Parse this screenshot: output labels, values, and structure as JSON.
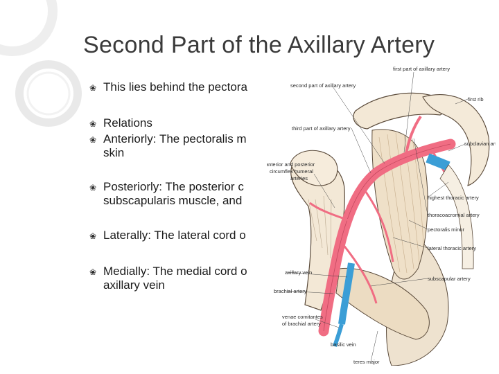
{
  "slide": {
    "title": "Second Part of the Axillary Artery",
    "bullets": [
      {
        "lines": [
          "This lies behind the pectora"
        ]
      },
      {
        "lines": [
          "Relations"
        ]
      },
      {
        "lines": [
          "Anteriorly: The pectoralis m",
          "skin"
        ]
      },
      {
        "lines": [
          "Posteriorly: The posterior c",
          "subscapularis muscle, and"
        ]
      },
      {
        "lines": [
          "Laterally: The lateral cord o"
        ]
      },
      {
        "lines": [
          "Medially: The medial cord o",
          "axillary vein"
        ]
      }
    ],
    "bullet_icon": "ornament-bullet-icon"
  },
  "figure": {
    "labels": {
      "first_part": "first part of axillary artery",
      "second_part": "second part of axillary artery",
      "first_rib": "first rib",
      "third_part": "third part of axillary artery",
      "subclavian_artery": "subclavian artery",
      "circumflex_1": "anterior and posterior",
      "circumflex_2": "circumflex humeral",
      "circumflex_3": "arteries",
      "highest_thoracic": "highest thoracic artery",
      "thoracoacromial": "thoracoacromial artery",
      "pectoralis_minor": "pectoralis minor",
      "lateral_thoracic": "lateral thoracic artery",
      "axillary_vein": "axillary vein",
      "brachial_artery": "brachial artery",
      "venae_1": "venae comitantes",
      "venae_2": "of brachial artery",
      "subscapular": "subscapular artery",
      "basilic_vein": "basilic vein",
      "teres_major": "teres major"
    },
    "colors": {
      "artery": "#f06d83",
      "vein": "#3b9ed6",
      "muscle": "#efe0c8",
      "bone": "#f3e8d6",
      "outline": "#5a4a3a"
    }
  }
}
